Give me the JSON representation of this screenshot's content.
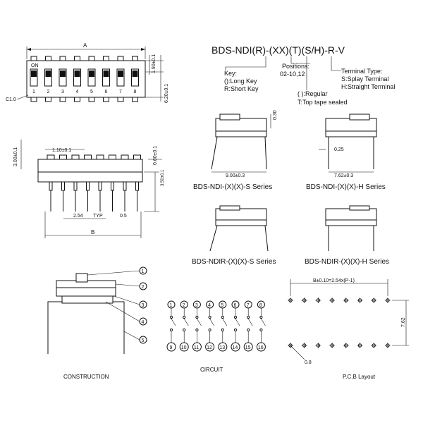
{
  "dims": {
    "A": "A",
    "B": "B",
    "d190": "1.90±0.1",
    "d620": "6.20±0.1",
    "c10": "C1.0",
    "on": "ON",
    "d300": "3.00±0.1",
    "d110": "1.10±0.1",
    "d060": "0.60±0.1",
    "d350": "3.50±0.1",
    "d254": "2.54",
    "typ": "TYP",
    "d05": "0.5",
    "d030": "0.30",
    "d025": "0.25",
    "d900": "9.00±0.3",
    "d762s": "7.62±0.3",
    "pcbB": "B±0.10=2.54x(P-1)",
    "d762": "7.62",
    "d08": "0.8"
  },
  "switch_numbers": [
    "1",
    "2",
    "3",
    "4",
    "5",
    "6",
    "7",
    "8"
  ],
  "part_number": "BDS-NDI(R)-(XX)(T)(S/H)-R-V",
  "key_legend": {
    "title": "Key:",
    "long": "():Long Key",
    "short": "R:Short Key"
  },
  "positions_legend": {
    "title": "Positions:",
    "values": "02-10,12"
  },
  "terminal_legend": {
    "title": "Terminal Type:",
    "splay": "S:Splay Terminal",
    "straight": "H:Straight Terminal"
  },
  "tape_legend": {
    "regular": "( ):Regular",
    "top": "T:Top tape sealed"
  },
  "series": [
    "BDS-NDI-(X)(X)-S Series",
    "BDS-NDI-(X)(X)-H Series",
    "BDS-NDIR-(X)(X)-S Series",
    "BDS-NDIR-(X)(X)-H Series"
  ],
  "construction_callouts": [
    "1",
    "2",
    "3",
    "4",
    "5"
  ],
  "circuit_top": [
    "1",
    "2",
    "3",
    "4",
    "5",
    "6",
    "7",
    "8"
  ],
  "circuit_bottom": [
    "9",
    "10",
    "11",
    "12",
    "13",
    "14",
    "15",
    "16"
  ],
  "captions": {
    "construction": "CONSTRUCTION",
    "circuit": "CIRCUIT",
    "pcb": "P.C.B Layout"
  }
}
